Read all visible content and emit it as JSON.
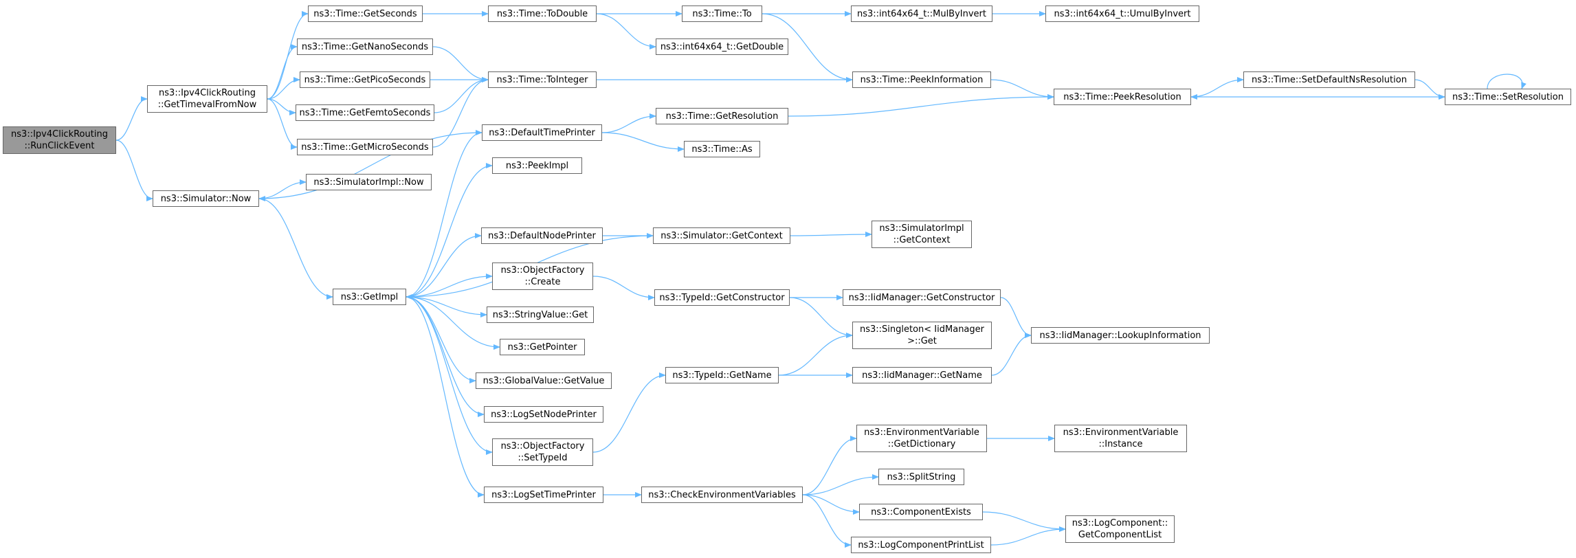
{
  "graph": {
    "edge_color": "#63b8ff",
    "root_color": "#999999",
    "nodes": [
      {
        "id": "root",
        "label": "ns3::Ipv4ClickRouting\n::RunClickEvent",
        "root": true
      },
      {
        "id": "gtfn",
        "label": "ns3::Ipv4ClickRouting\n::GetTimevalFromNow"
      },
      {
        "id": "snow",
        "label": "ns3::Simulator::Now"
      },
      {
        "id": "gsec",
        "label": "ns3::Time::GetSeconds"
      },
      {
        "id": "gnano",
        "label": "ns3::Time::GetNanoSeconds"
      },
      {
        "id": "gpico",
        "label": "ns3::Time::GetPicoSeconds"
      },
      {
        "id": "gfemto",
        "label": "ns3::Time::GetFemtoSeconds"
      },
      {
        "id": "gmicro",
        "label": "ns3::Time::GetMicroSeconds"
      },
      {
        "id": "simpnow",
        "label": "ns3::SimulatorImpl::Now"
      },
      {
        "id": "getimpl",
        "label": "ns3::GetImpl"
      },
      {
        "id": "todouble",
        "label": "ns3::Time::ToDouble"
      },
      {
        "id": "tointeger",
        "label": "ns3::Time::ToInteger"
      },
      {
        "id": "dtp",
        "label": "ns3::DefaultTimePrinter"
      },
      {
        "id": "peekimpl",
        "label": "ns3::PeekImpl"
      },
      {
        "id": "dnp",
        "label": "ns3::DefaultNodePrinter"
      },
      {
        "id": "ofcreate",
        "label": "ns3::ObjectFactory\n::Create"
      },
      {
        "id": "svget",
        "label": "ns3::StringValue::Get"
      },
      {
        "id": "getpointer",
        "label": "ns3::GetPointer"
      },
      {
        "id": "gvget",
        "label": "ns3::GlobalValue::GetValue"
      },
      {
        "id": "lsnp",
        "label": "ns3::LogSetNodePrinter"
      },
      {
        "id": "ofst",
        "label": "ns3::ObjectFactory\n::SetTypeId"
      },
      {
        "id": "lstp",
        "label": "ns3::LogSetTimePrinter"
      },
      {
        "id": "timeto",
        "label": "ns3::Time::To"
      },
      {
        "id": "getdouble",
        "label": "ns3::int64x64_t::GetDouble"
      },
      {
        "id": "getres",
        "label": "ns3::Time::GetResolution"
      },
      {
        "id": "timeas",
        "label": "ns3::Time::As"
      },
      {
        "id": "sgc",
        "label": "ns3::Simulator::GetContext"
      },
      {
        "id": "tgc",
        "label": "ns3::TypeId::GetConstructor"
      },
      {
        "id": "tgn",
        "label": "ns3::TypeId::GetName"
      },
      {
        "id": "cev",
        "label": "ns3::CheckEnvironmentVariables"
      },
      {
        "id": "mulbyinv",
        "label": "ns3::int64x64_t::MulByInvert"
      },
      {
        "id": "peekinfo",
        "label": "ns3::Time::PeekInformation"
      },
      {
        "id": "sigc",
        "label": "ns3::SimulatorImpl\n::GetContext"
      },
      {
        "id": "imgc",
        "label": "ns3::IidManager::GetConstructor"
      },
      {
        "id": "singleton",
        "label": "ns3::Singleton< IidManager\n>::Get"
      },
      {
        "id": "imgn",
        "label": "ns3::IidManager::GetName"
      },
      {
        "id": "evgd",
        "label": "ns3::EnvironmentVariable\n::GetDictionary"
      },
      {
        "id": "split",
        "label": "ns3::SplitString"
      },
      {
        "id": "compexists",
        "label": "ns3::ComponentExists"
      },
      {
        "id": "lcpl",
        "label": "ns3::LogComponentPrintList"
      },
      {
        "id": "umulbyinv",
        "label": "ns3::int64x64_t::UmulByInvert"
      },
      {
        "id": "peekres",
        "label": "ns3::Time::PeekResolution"
      },
      {
        "id": "imli",
        "label": "ns3::IidManager::LookupInformation"
      },
      {
        "id": "evinst",
        "label": "ns3::EnvironmentVariable\n::Instance"
      },
      {
        "id": "lcgcl",
        "label": "ns3::LogComponent::\nGetComponentList"
      },
      {
        "id": "sdnr",
        "label": "ns3::Time::SetDefaultNsResolution"
      },
      {
        "id": "setres",
        "label": "ns3::Time::SetResolution"
      }
    ],
    "edges": [
      [
        "root",
        "gtfn"
      ],
      [
        "root",
        "snow"
      ],
      [
        "gtfn",
        "gsec"
      ],
      [
        "gtfn",
        "gnano"
      ],
      [
        "gtfn",
        "gpico"
      ],
      [
        "gtfn",
        "gfemto"
      ],
      [
        "gtfn",
        "gmicro"
      ],
      [
        "snow",
        "simpnow"
      ],
      [
        "snow",
        "getimpl"
      ],
      [
        "gsec",
        "todouble"
      ],
      [
        "gnano",
        "tointeger"
      ],
      [
        "gpico",
        "tointeger"
      ],
      [
        "gfemto",
        "tointeger"
      ],
      [
        "gmicro",
        "tointeger"
      ],
      [
        "todouble",
        "timeto"
      ],
      [
        "todouble",
        "getdouble"
      ],
      [
        "tointeger",
        "peekinfo"
      ],
      [
        "timeto",
        "mulbyinv"
      ],
      [
        "timeto",
        "peekinfo"
      ],
      [
        "mulbyinv",
        "umulbyinv"
      ],
      [
        "peekinfo",
        "peekres"
      ],
      [
        "getimpl",
        "dtp"
      ],
      [
        "getimpl",
        "peekimpl"
      ],
      [
        "getimpl",
        "dnp"
      ],
      [
        "getimpl",
        "ofcreate"
      ],
      [
        "getimpl",
        "svget"
      ],
      [
        "getimpl",
        "getpointer"
      ],
      [
        "getimpl",
        "gvget"
      ],
      [
        "getimpl",
        "lsnp"
      ],
      [
        "getimpl",
        "ofst"
      ],
      [
        "getimpl",
        "lstp"
      ],
      [
        "dtp",
        "snow"
      ],
      [
        "dtp",
        "getres"
      ],
      [
        "dtp",
        "timeas"
      ],
      [
        "getres",
        "peekres"
      ],
      [
        "dnp",
        "sgc"
      ],
      [
        "sgc",
        "getimpl"
      ],
      [
        "sgc",
        "sigc"
      ],
      [
        "ofcreate",
        "tgc"
      ],
      [
        "tgc",
        "imgc"
      ],
      [
        "tgc",
        "singleton"
      ],
      [
        "imgc",
        "imli"
      ],
      [
        "ofst",
        "tgn"
      ],
      [
        "tgn",
        "singleton"
      ],
      [
        "tgn",
        "imgn"
      ],
      [
        "imgn",
        "imli"
      ],
      [
        "lstp",
        "cev"
      ],
      [
        "cev",
        "evgd"
      ],
      [
        "cev",
        "split"
      ],
      [
        "cev",
        "compexists"
      ],
      [
        "cev",
        "lcpl"
      ],
      [
        "evgd",
        "evinst"
      ],
      [
        "compexists",
        "lcgcl"
      ],
      [
        "lcpl",
        "lcgcl"
      ],
      [
        "peekres",
        "sdnr"
      ],
      [
        "sdnr",
        "setres"
      ],
      [
        "setres",
        "peekres"
      ],
      [
        "setres",
        "setres"
      ]
    ]
  }
}
